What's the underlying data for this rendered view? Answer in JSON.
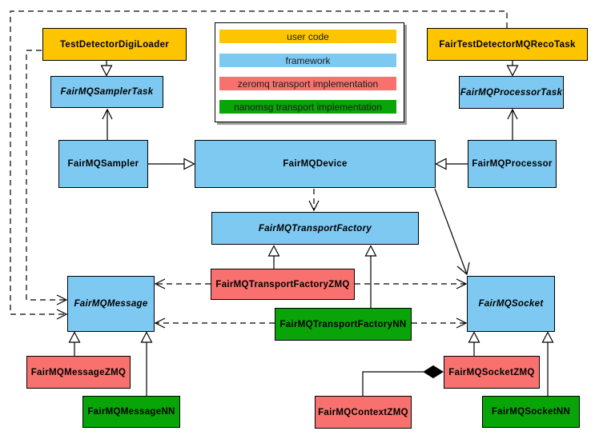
{
  "colors": {
    "user_code": "#FDC500",
    "framework": "#7EC9F2",
    "zeromq": "#F9716E",
    "nanomsg": "#08A408",
    "line": "#000000",
    "background": "#FFFFFF"
  },
  "legend": {
    "items": [
      {
        "label": "user code",
        "color": "#FDC500"
      },
      {
        "label": "framework",
        "color": "#7EC9F2"
      },
      {
        "label": "zeromq transport implementation",
        "color": "#F9716E"
      },
      {
        "label": "nanomsg transport implementation",
        "color": "#08A408"
      }
    ]
  },
  "nodes": {
    "digi_loader": {
      "label": "TestDetectorDigiLoader",
      "category": "user code",
      "abstract": false
    },
    "reco_task": {
      "label": "FairTestDetectorMQRecoTask",
      "category": "user code",
      "abstract": false
    },
    "sampler_task": {
      "label": "FairMQSamplerTask",
      "category": "framework",
      "abstract": true
    },
    "processor_task": {
      "label": "FairMQProcessorTask",
      "category": "framework",
      "abstract": true
    },
    "sampler": {
      "label": "FairMQSampler",
      "category": "framework",
      "abstract": false
    },
    "device": {
      "label": "FairMQDevice",
      "category": "framework",
      "abstract": false
    },
    "processor": {
      "label": "FairMQProcessor",
      "category": "framework",
      "abstract": false
    },
    "transport_factory": {
      "label": "FairMQTransportFactory",
      "category": "framework",
      "abstract": true
    },
    "transport_factory_zmq": {
      "label": "FairMQTransportFactoryZMQ",
      "category": "zeromq",
      "abstract": false
    },
    "transport_factory_nn": {
      "label": "FairMQTransportFactoryNN",
      "category": "nanomsg",
      "abstract": false
    },
    "message": {
      "label": "FairMQMessage",
      "category": "framework",
      "abstract": true
    },
    "socket": {
      "label": "FairMQSocket",
      "category": "framework",
      "abstract": true
    },
    "message_zmq": {
      "label": "FairMQMessageZMQ",
      "category": "zeromq",
      "abstract": false
    },
    "message_nn": {
      "label": "FairMQMessageNN",
      "category": "nanomsg",
      "abstract": false
    },
    "context_zmq": {
      "label": "FairMQContextZMQ",
      "category": "zeromq",
      "abstract": false
    },
    "socket_zmq": {
      "label": "FairMQSocketZMQ",
      "category": "zeromq",
      "abstract": false
    },
    "socket_nn": {
      "label": "FairMQSocketNN",
      "category": "nanomsg",
      "abstract": false
    }
  },
  "edges": [
    {
      "from": "TestDetectorDigiLoader",
      "to": "FairMQSamplerTask",
      "arrow": "hollow-triangle",
      "style": "solid"
    },
    {
      "from": "FairTestDetectorMQRecoTask",
      "to": "FairMQProcessorTask",
      "arrow": "hollow-triangle",
      "style": "solid"
    },
    {
      "from": "FairMQSampler",
      "to": "FairMQSamplerTask",
      "arrow": "open-vee",
      "style": "solid"
    },
    {
      "from": "FairMQProcessor",
      "to": "FairMQProcessorTask",
      "arrow": "open-vee",
      "style": "solid"
    },
    {
      "from": "FairMQSampler",
      "to": "FairMQDevice",
      "arrow": "hollow-triangle",
      "style": "solid"
    },
    {
      "from": "FairMQProcessor",
      "to": "FairMQDevice",
      "arrow": "hollow-triangle",
      "style": "solid"
    },
    {
      "from": "FairMQDevice",
      "to": "FairMQTransportFactory",
      "arrow": "open-vee",
      "style": "dashed"
    },
    {
      "from": "FairMQDevice",
      "to": "FairMQSocket",
      "arrow": "open-vee",
      "style": "solid"
    },
    {
      "from": "FairMQTransportFactoryZMQ",
      "to": "FairMQTransportFactory",
      "arrow": "hollow-triangle",
      "style": "solid"
    },
    {
      "from": "FairMQTransportFactoryNN",
      "to": "FairMQTransportFactory",
      "arrow": "hollow-triangle",
      "style": "solid"
    },
    {
      "from": "FairMQTransportFactoryZMQ",
      "to": "FairMQMessage",
      "arrow": "open-vee",
      "style": "dashed"
    },
    {
      "from": "FairMQTransportFactoryZMQ",
      "to": "FairMQSocket",
      "arrow": "open-vee",
      "style": "dashed"
    },
    {
      "from": "FairMQTransportFactoryNN",
      "to": "FairMQMessage",
      "arrow": "open-vee",
      "style": "dashed"
    },
    {
      "from": "FairMQTransportFactoryNN",
      "to": "FairMQSocket",
      "arrow": "open-vee",
      "style": "dashed"
    },
    {
      "from": "TestDetectorDigiLoader",
      "to": "FairMQMessage",
      "arrow": "open-vee",
      "style": "dashed"
    },
    {
      "from": "FairTestDetectorMQRecoTask",
      "to": "FairMQMessage",
      "arrow": "open-vee",
      "style": "dashed"
    },
    {
      "from": "FairMQMessageZMQ",
      "to": "FairMQMessage",
      "arrow": "hollow-triangle",
      "style": "solid"
    },
    {
      "from": "FairMQMessageNN",
      "to": "FairMQMessage",
      "arrow": "hollow-triangle",
      "style": "solid"
    },
    {
      "from": "FairMQSocketZMQ",
      "to": "FairMQSocket",
      "arrow": "hollow-triangle",
      "style": "solid"
    },
    {
      "from": "FairMQSocketNN",
      "to": "FairMQSocket",
      "arrow": "hollow-triangle",
      "style": "solid"
    },
    {
      "from": "FairMQContextZMQ",
      "to": "FairMQSocketZMQ",
      "arrow": "filled-diamond",
      "style": "solid"
    }
  ]
}
